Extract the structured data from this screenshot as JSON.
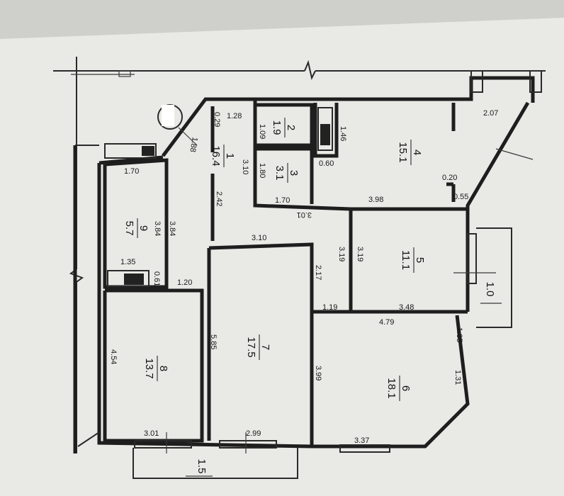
{
  "rooms": [
    {
      "num": "1",
      "area": "16.4"
    },
    {
      "num": "2",
      "area": "1.9"
    },
    {
      "num": "3",
      "area": "3.1"
    },
    {
      "num": "4",
      "area": "15.1"
    },
    {
      "num": "5",
      "area": "11.1"
    },
    {
      "num": "6",
      "area": "18.1"
    },
    {
      "num": "7",
      "area": "17.5"
    },
    {
      "num": "8",
      "area": "13.7"
    },
    {
      "num": "9",
      "area": "5.7"
    }
  ],
  "balconies": [
    "1.0",
    "1.5"
  ],
  "dims": {
    "d128": "1.28",
    "d029": "0.29",
    "d109": "1.09",
    "d088": "1.88",
    "d310a": "3.10",
    "d180": "1.80",
    "d170a": "1.70",
    "d301a": "3.01",
    "d146": "1.46",
    "d060": "0.60",
    "d207": "2.07",
    "d020": "0.20",
    "d055": "0.55",
    "d398": "3.98",
    "d170b": "1.70",
    "d384a": "3.84",
    "d384b": "3.84",
    "d242": "2.42",
    "d310b": "3.10",
    "d135a": "1.35",
    "d061": "0.61",
    "d120": "1.20",
    "d319a": "3.19",
    "d319b": "3.19",
    "d217": "2.17",
    "d119": "1.19",
    "d348": "3.48",
    "d479": "4.79",
    "d135b": "1.35",
    "d131": "1.31",
    "d399": "3.99",
    "d454": "4.54",
    "d585": "5.85",
    "d301b": "3.01",
    "d299": "2.99",
    "d337": "3.37"
  }
}
